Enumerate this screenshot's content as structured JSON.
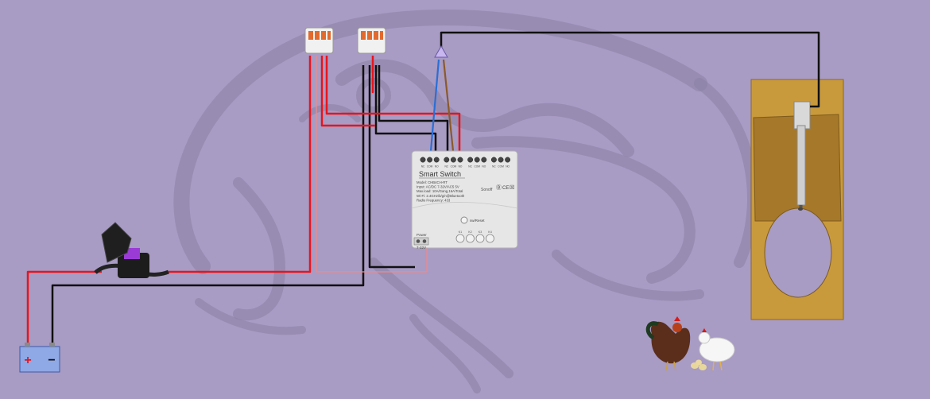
{
  "colors": {
    "background": "#a89bc4",
    "wire_red": "#e8141c",
    "wire_black": "#111111",
    "wire_blue": "#2a6fd6",
    "wire_brown": "#8a5a2b",
    "wire_pink": "#f08a8a",
    "door_frame": "#c99a3c",
    "door_panel": "#a6782a",
    "battery": "#8fa8e6",
    "fuse_link": "#9b3bd6",
    "switch_body": "#e6e6e6"
  },
  "battery": {
    "plus": "+",
    "minus": "−"
  },
  "smart_switch": {
    "title": "Smart Switch",
    "spec_lines": [
      "Model: CHB4CH-RT",
      "Input: AC/DC 7-32V/AC5 5V",
      "Max.load: 10A/Gang,16A/Total",
      "Wi-Fi: 2.4GHz/b/g/n@Bluetooth",
      "Radio Frequency: 433"
    ],
    "terminals": [
      "NC",
      "COM",
      "NO",
      "NC",
      "COM",
      "NO",
      "NC",
      "COM",
      "NO",
      "NC",
      "COM",
      "NO"
    ],
    "power_label": "Power",
    "power_voltage": "7-32V",
    "button_label": "sw/Reset",
    "channel_labels": [
      "K1",
      "K2",
      "K3",
      "K4"
    ],
    "brand": "Sonoff",
    "marks": [
      "Ⓑ",
      "CE",
      "☒"
    ]
  },
  "icons": {
    "battery": "battery-icon",
    "fuse": "blade-fuse-holder-icon",
    "connector": "lever-connector-icon",
    "actuator": "linear-actuator-icon",
    "chickens": "chickens-icon",
    "watermark": "dragon-watermark-icon"
  }
}
